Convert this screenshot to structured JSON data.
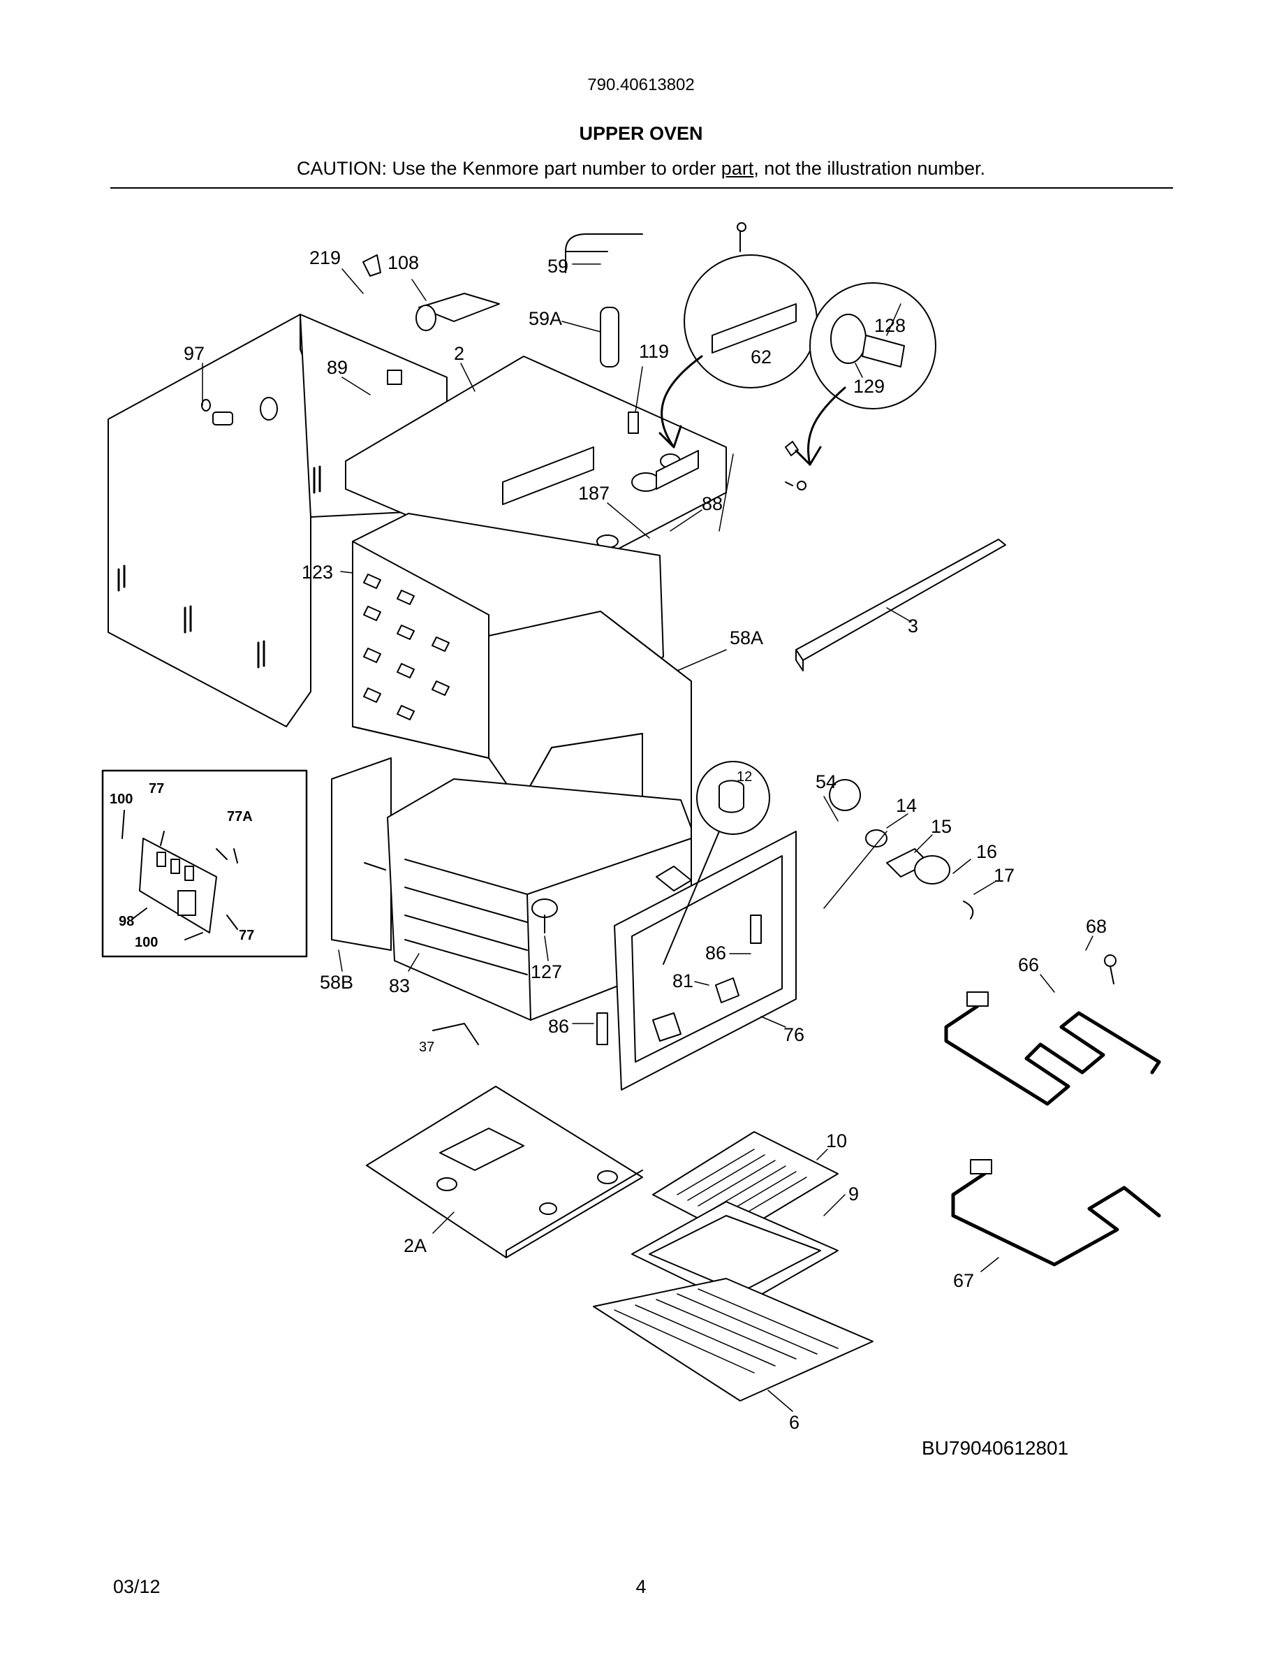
{
  "header": {
    "model_number": "790.40613802",
    "title": "UPPER OVEN",
    "caution_prefix": "CAUTION: Use the Kenmore part number to order ",
    "caution_underlined": "part",
    "caution_suffix": ", not the illustration number."
  },
  "callouts": {
    "c219": "219",
    "c108": "108",
    "c59": "59",
    "c59A": "59A",
    "c97": "97",
    "c89": "89",
    "c2": "2",
    "c119": "119",
    "c62": "62",
    "c128": "128",
    "c129": "129",
    "c187": "187",
    "c88": "88",
    "c123": "123",
    "c3": "3",
    "c58A": "58A",
    "c12": "12",
    "c54": "54",
    "c14": "14",
    "c15": "15",
    "c16": "16",
    "c17": "17",
    "c58B": "58B",
    "c83": "83",
    "c127": "127",
    "c86a": "86",
    "c81": "81",
    "c86b": "86",
    "c76": "76",
    "c37": "37",
    "c68": "68",
    "c66": "66",
    "c10": "10",
    "c9": "9",
    "c2A": "2A",
    "c67": "67",
    "c6": "6"
  },
  "inset": {
    "c100a": "100",
    "c77a": "77",
    "c77A": "77A",
    "c98": "98",
    "c100b": "100",
    "c77b": "77"
  },
  "footer": {
    "drawing_code": "BU79040612801",
    "date": "03/12",
    "page": "4"
  }
}
